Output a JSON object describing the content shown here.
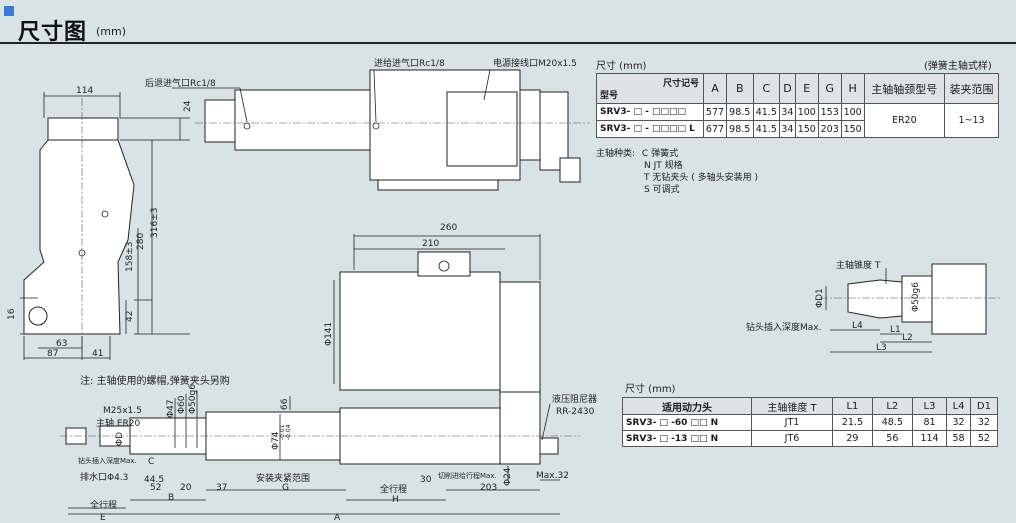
{
  "header": {
    "title": "尺寸图",
    "unit": "(mm)"
  },
  "table1": {
    "caption_left": "尺寸 (mm)",
    "caption_right": "(弹簧主轴式样)",
    "header_corner_top": "尺寸记号",
    "header_corner_bottom": "型号",
    "columns": [
      "A",
      "B",
      "C",
      "D",
      "E",
      "G",
      "H",
      "主轴轴颈型号",
      "装夹范围"
    ],
    "rows": [
      {
        "model": "SRV3- □ - □□□□",
        "values": [
          "577",
          "98.5",
          "41.5",
          "34",
          "100",
          "153",
          "100"
        ]
      },
      {
        "model": "SRV3- □ - □□□□ L",
        "values": [
          "677",
          "98.5",
          "41.5",
          "34",
          "150",
          "203",
          "150"
        ]
      }
    ],
    "spindle_model": "ER20",
    "clamp_range": "1~13"
  },
  "spindle_types": {
    "label": "主轴种类:",
    "items": [
      "C 弹簧式",
      "N JT 规格",
      "T 无钻夹头 ( 多轴头安装用 )",
      "S 可调式"
    ]
  },
  "table2": {
    "caption": "尺寸 (mm)",
    "columns": [
      "适用动力头",
      "主轴锥度 T",
      "L1",
      "L2",
      "L3",
      "L4",
      "D1"
    ],
    "rows": [
      {
        "model": "SRV3- □ -60 □□ N",
        "values": [
          "JT1",
          "21.5",
          "48.5",
          "81",
          "32",
          "32"
        ]
      },
      {
        "model": "SRV3- □ -13 □□ N",
        "values": [
          "JT6",
          "29",
          "56",
          "114",
          "58",
          "52"
        ]
      }
    ]
  },
  "note": "注: 主轴使用的螺帽,弹簧夹头另购",
  "labels": {
    "rear_air": "后退进气口Rc1/8",
    "feed_air": "进给进气口Rc1/8",
    "power": "电源接线口M20x1.5",
    "taper": "主轴锥度 T",
    "drill_depth": "钻头插入深度Max.",
    "hydraulic": "液压阻尼器",
    "hydraulic_model": "RR-2430",
    "spindle_er": "主轴 ER20",
    "m25": "M25x1.5",
    "drill_depth2": "钻头插入深度Max.",
    "drain": "排水口Φ4.3",
    "install_range": "安装夹紧范围",
    "full_stroke": "全行程",
    "cut_stroke": "切削进给行程Max.",
    "max32": "Max.32",
    "full_stroke2": "全行程"
  },
  "dims": {
    "d114": "114",
    "d24": "24",
    "d316": "316±3",
    "d280": "280",
    "d158": "158±3",
    "d42": "42",
    "d16": "16",
    "d63": "63",
    "d87": "87",
    "d41": "41",
    "d260": "260",
    "d210": "210",
    "d141": "Φ141",
    "dD1": "ΦD1",
    "d50g6a": "Φ50g6",
    "dL4": "L4",
    "dL1": "L1",
    "dL2": "L2",
    "dL3": "L3",
    "dD": "ΦD",
    "d47": "Φ47",
    "d60": "Φ60",
    "d50g6b": "Φ50g6",
    "d66": "66",
    "d74": "Φ74",
    "tol1": "-0.01",
    "tol2": "-0.04",
    "dC": "C",
    "d445": "44.5",
    "d52": "52",
    "d20": "20",
    "d37": "37",
    "dB": "B",
    "dG": "G",
    "dH": "H",
    "dE": "E",
    "dA": "A",
    "d30": "30",
    "d203": "203",
    "d24b": "Φ24"
  }
}
